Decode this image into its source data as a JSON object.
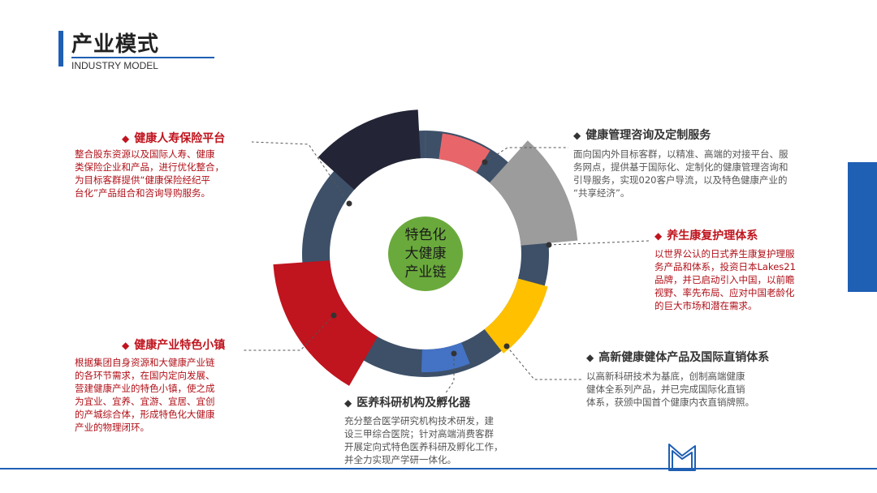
{
  "header": {
    "title": "产业模式",
    "subtitle": "INDUSTRY MODEL"
  },
  "center": {
    "lines": [
      "特色化",
      "大健康",
      "产业链"
    ],
    "color": "#6aaa3c"
  },
  "colors": {
    "accent": "#1f5fb4",
    "ring": "#3d5068",
    "segments": {
      "insurance": "#232536",
      "consult": "#e8666a",
      "care": "#9c9c9c",
      "products": "#ffc000",
      "research": "#4472c4",
      "town": "#c0141e"
    }
  },
  "blocks": {
    "insurance": {
      "title": "健康人寿保险平台",
      "lines": [
        "整合股东资源以及国际人寿、健康",
        "类保险企业和产品，进行优化整合，",
        "为目标客群提供“健康保险经纪平",
        "台化”产品组合和咨询导购服务。"
      ]
    },
    "consult": {
      "title": "健康管理咨询及定制服务",
      "lines": [
        "面向国内外目标客群，以精准、高端的对接平台、服",
        "务网点，提供基于国际化、定制化的健康管理咨询和",
        "引导服务，实现020客户导流，以及特色健康产业的",
        "“共享经济”。"
      ]
    },
    "care": {
      "title": "养生康复护理体系",
      "lines": [
        "以世界公认的日式养生康复护理服",
        "务产品和体系，投资日本Lakes21",
        "品牌，并已启动引入中国，以前瞻",
        "视野、率先布局、应对中国老龄化",
        "的巨大市场和潜在需求。"
      ]
    },
    "products": {
      "title": "高新健康健体产品及国际直销体系",
      "lines": [
        "以高新科研技术为基底，创制高端健康",
        "健体全系列产品，并已完成国际化直销",
        "体系，获颁中国首个健康内衣直销牌照。"
      ]
    },
    "research": {
      "title": "医养科研机构及孵化器",
      "lines": [
        "充分整合医学研究机构技术研发，建",
        "设三甲综合医院；针对高端消费客群",
        "开展定向式特色医养科研及孵化工作，",
        "并全力实现产学研一体化。"
      ]
    },
    "town": {
      "title": "健康产业特色小镇",
      "lines": [
        "根据集团自身资源和大健康产业链",
        "的各环节需求，在国内定向发展、",
        "营建健康产业的特色小镇，使之成",
        "为宜业、宜养、宜游、宜居、宜创",
        "的产城综合体，形成特色化大健康",
        "产业的物理闭环。"
      ]
    }
  },
  "icons": {
    "diamond": "diamond-bullet-icon",
    "logo": "folded-m-logo-icon"
  }
}
